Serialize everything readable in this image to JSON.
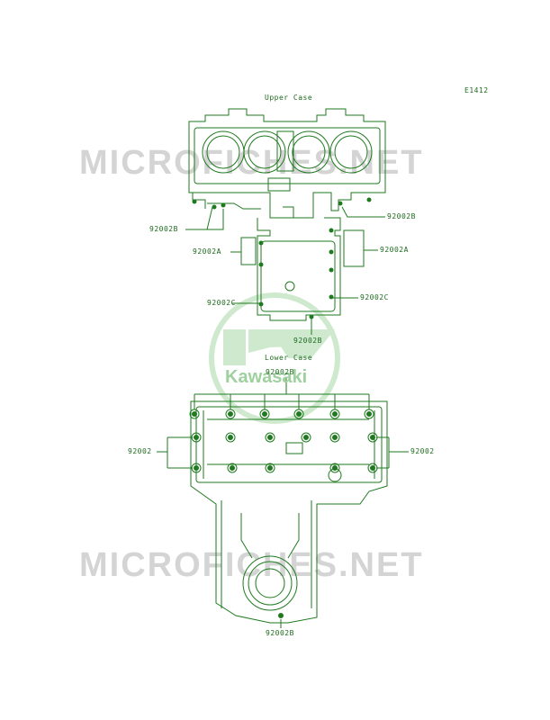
{
  "diagram_code": "E1412",
  "headings": {
    "upper": "Upper Case",
    "lower": "Lower Case"
  },
  "watermark": {
    "text": "MICROFICHES.NET",
    "logo": "Kawasaki"
  },
  "callouts": {
    "upper_left_b": "92002B",
    "upper_right_b": "92002B",
    "upper_left_a": "92002A",
    "upper_right_a": "92002A",
    "upper_left_c": "92002C",
    "upper_right_c": "92002C",
    "upper_bottom_b": "92002B",
    "lower_top_b": "92002B",
    "lower_left": "92002",
    "lower_right": "92002",
    "lower_bottom_b": "92002B"
  },
  "colors": {
    "line": "#1f7a1f",
    "text": "#1f6b1f",
    "watermark": "#d4d4d4",
    "logo": "#a8d8a8"
  }
}
